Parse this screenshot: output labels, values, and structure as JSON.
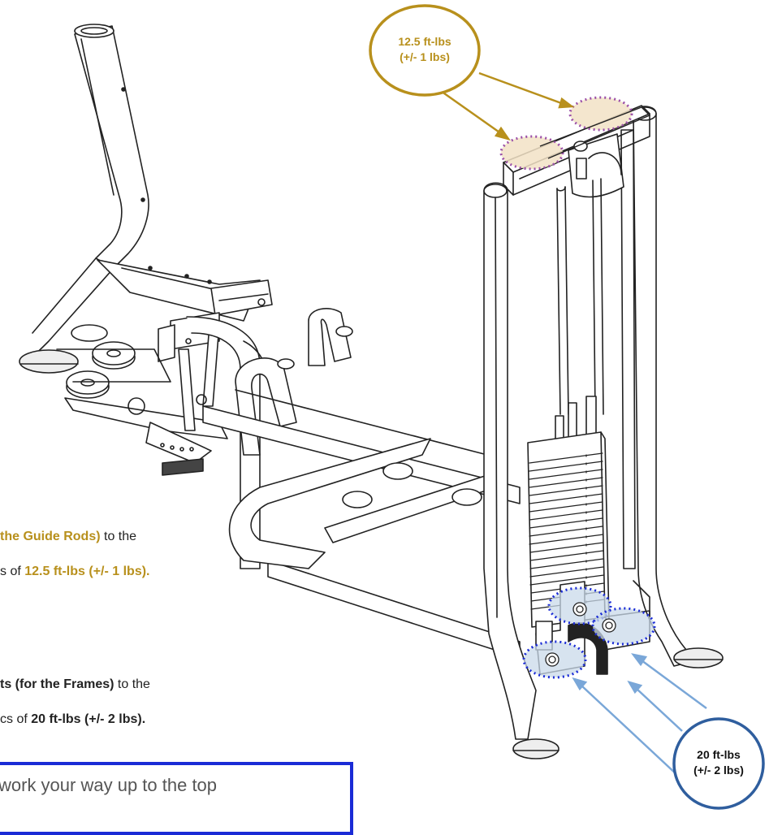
{
  "callouts": {
    "top": {
      "line1": "12.5 ft-lbs",
      "line2": "(+/- 1 lbs)",
      "color": "#b8901c"
    },
    "bottom": {
      "line1": "20 ft-lbs",
      "line2": "(+/- 2 lbs)",
      "color": "#2f5e9e"
    }
  },
  "instructions": {
    "step1": {
      "line1_highlight": "the Guide Rods)",
      "line1_rest": " to the",
      "line2_prefix": "s of ",
      "line2_value": "12.5 ft-lbs (+/- 1 lbs)."
    },
    "step2": {
      "line1_bold": "ts (for the Frames)",
      "line1_rest": " to the",
      "line2_prefix": "cs of ",
      "line2_value": "20 ft-lbs (+/- 2 lbs)."
    },
    "note": "work your way up to the top"
  },
  "colors": {
    "gold": "#b8901c",
    "blue_arrow": "#7aa7d8",
    "blue_box": "#1a2bd6",
    "dot_blue": "#1a2bd6",
    "dot_purple": "#9b4fa8"
  }
}
